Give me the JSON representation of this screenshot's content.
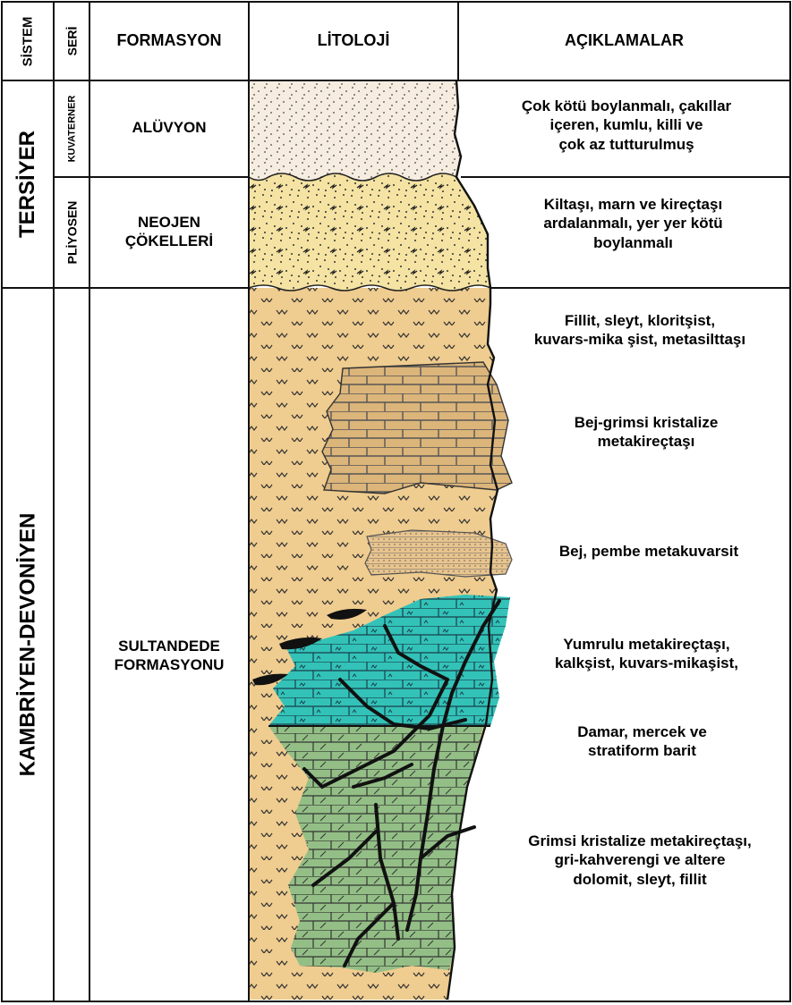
{
  "headers": {
    "sistem": "SİSTEM",
    "seri": "SERİ",
    "formasyon": "FORMASYON",
    "litoloji": "LİTOLOJİ",
    "aciklamalar": "AÇIKLAMALAR"
  },
  "sistem": {
    "tersiyer": "TERSİYER",
    "kambriyen": "KAMBRİYEN-DEVONİYEN"
  },
  "seri": {
    "kuvaterner": "KUVATERNER",
    "pliyosen": "PLİYOSEN"
  },
  "formations": {
    "aluvyon": "ALÜVYON",
    "neojen_1": "NEOJEN",
    "neojen_2": "ÇÖKELLERİ",
    "sultandede_1": "SULTANDEDE",
    "sultandede_2": "FORMASYONU"
  },
  "descriptions": [
    [
      "Çok kötü boylanmalı, çakıllar",
      "içeren, kumlu, killi ve",
      "çok az tutturulmuş"
    ],
    [
      "Kiltaşı, marn ve kireçtaşı",
      "ardalanmalı, yer yer kötü",
      "boylanmalı"
    ],
    [
      "Fillit, sleyt, kloritşist,",
      "kuvars-mika şist, metasilttaşı"
    ],
    [
      "Bej-grimsi kristalize",
      "metakireçtaşı"
    ],
    [
      "Bej, pembe metakuvarsit"
    ],
    [
      "Yumrulu metakireçtaşı,",
      "kalkşist, kuvars-mikaşist,"
    ],
    [
      "Damar, mercek ve",
      "stratiform barit"
    ],
    [
      "Grimsi kristalize metakireçtaşı,",
      "gri-kahverengi ve altere",
      "dolomit, sleyt, fillit"
    ]
  ],
  "colors": {
    "alluvium": "#f6ede0",
    "neogene": "#f4e3a3",
    "schist": "#efcc8f",
    "marble": "#dcb57a",
    "quartzite": "#e8c48e",
    "nodular": "#33c2b8",
    "limestone": "#93bf86",
    "barite_veins": "#111111"
  },
  "icons": [
    "dotted-sand-pattern",
    "brick-pattern",
    "chevron-schist-pattern",
    "barite-vein"
  ]
}
